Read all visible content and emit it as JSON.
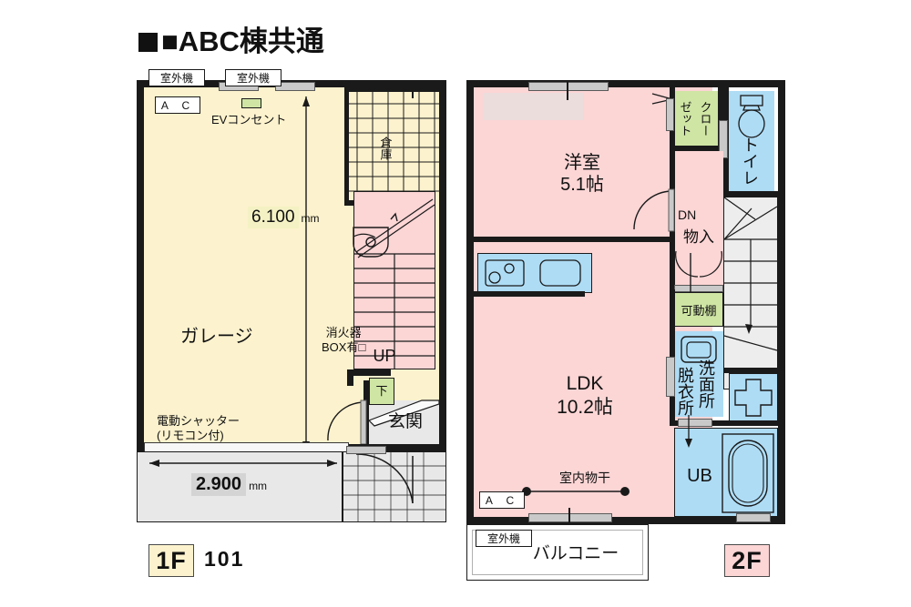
{
  "title": {
    "text": "■ABC棟共通"
  },
  "floor1": {
    "badge": "1F",
    "unit": "101",
    "tags": {
      "outdoor_unit_left": "室外機",
      "outdoor_unit_right": "室外機",
      "ac_marker": "A  C"
    },
    "labels": {
      "ev_outlet": "EVコンセント",
      "garage": "ガレージ",
      "storage": "倉庫",
      "fire_ext_1": "消火器",
      "fire_ext_2": "BOX有□",
      "stairs_up": "UP",
      "shoe_box": "下",
      "entrance": "玄関",
      "shutter_1": "電動シャッター",
      "shutter_2": "(リモコン付)"
    },
    "dimensions": {
      "depth_value": "6.100",
      "depth_unit": "mm",
      "width_value": "2.900",
      "width_unit": "mm"
    }
  },
  "floor2": {
    "badge": "2F",
    "tags": {
      "ac_marker": "A  C",
      "outdoor_unit": "室外機"
    },
    "labels": {
      "bedroom_name": "洋室",
      "bedroom_size": "5.1帖",
      "closet": "クローゼット",
      "toilet": "トイレ",
      "stairs_down": "DN",
      "storage": "物入",
      "movable_shelf": "可動棚",
      "washroom": "脱衣所",
      "vanity": "洗面所",
      "unit_bath": "UB",
      "ldk_name": "LDK",
      "ldk_size": "10.2帖",
      "indoor_drying": "室内物干",
      "balcony": "バルコニー"
    }
  },
  "colors": {
    "room_pink": "#fcd5d5",
    "garage_cream": "#fcf2cd",
    "water_blue": "#aedcf5",
    "closet_green": "#cfe5a4",
    "driveway_gray": "#e8e8e8",
    "wall_black": "#1a1a1a",
    "dim_highlight": "#f4f2c4"
  }
}
